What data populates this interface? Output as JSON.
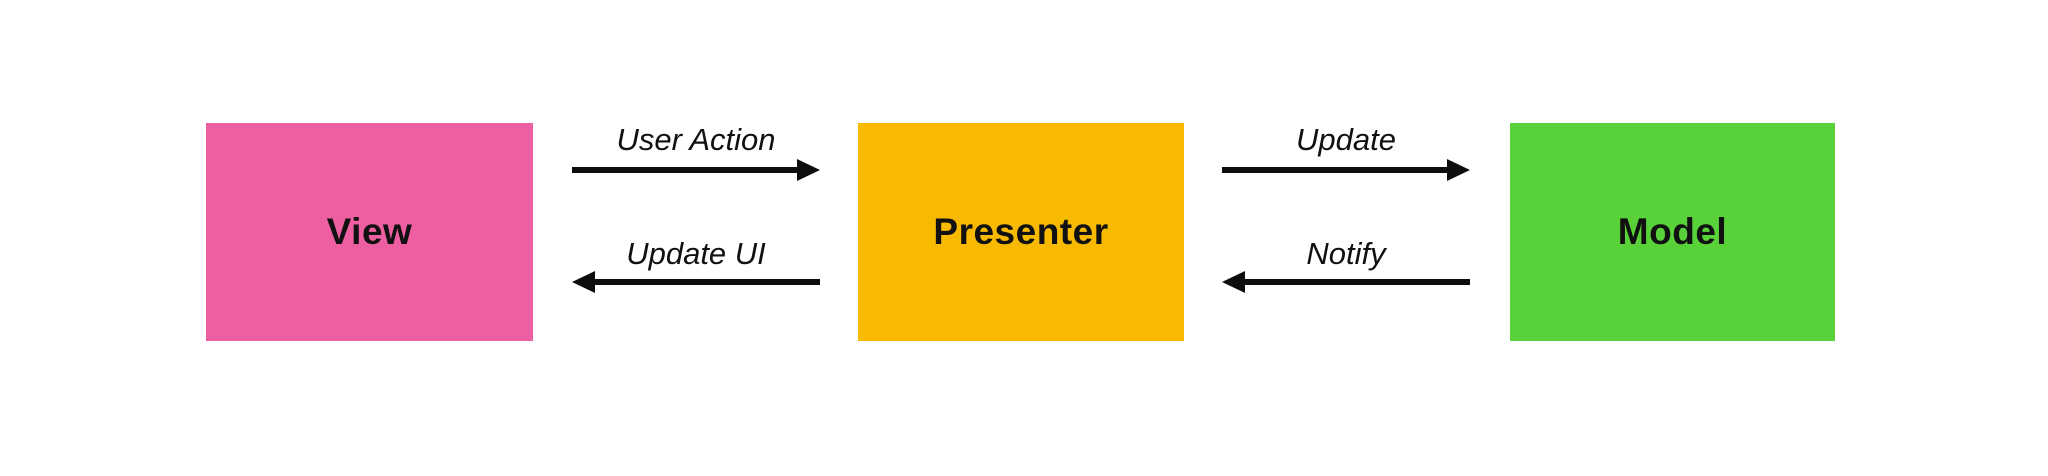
{
  "diagram": {
    "type": "architecture-flow",
    "pattern_name": "Model-View-Presenter",
    "background": "#ffffff",
    "arrow_color": "#0d0d0d",
    "text_color": "#111111",
    "nodes": [
      {
        "id": "view",
        "label": "View",
        "color": "#ee5fa2"
      },
      {
        "id": "presenter",
        "label": "Presenter",
        "color": "#f8ba00"
      },
      {
        "id": "model",
        "label": "Model",
        "color": "#58d238"
      }
    ],
    "edges": [
      {
        "from": "view",
        "to": "presenter",
        "label": "User Action",
        "direction": "right"
      },
      {
        "from": "presenter",
        "to": "view",
        "label": "Update UI",
        "direction": "left"
      },
      {
        "from": "presenter",
        "to": "model",
        "label": "Update",
        "direction": "right"
      },
      {
        "from": "model",
        "to": "presenter",
        "label": "Notify",
        "direction": "left"
      }
    ]
  }
}
